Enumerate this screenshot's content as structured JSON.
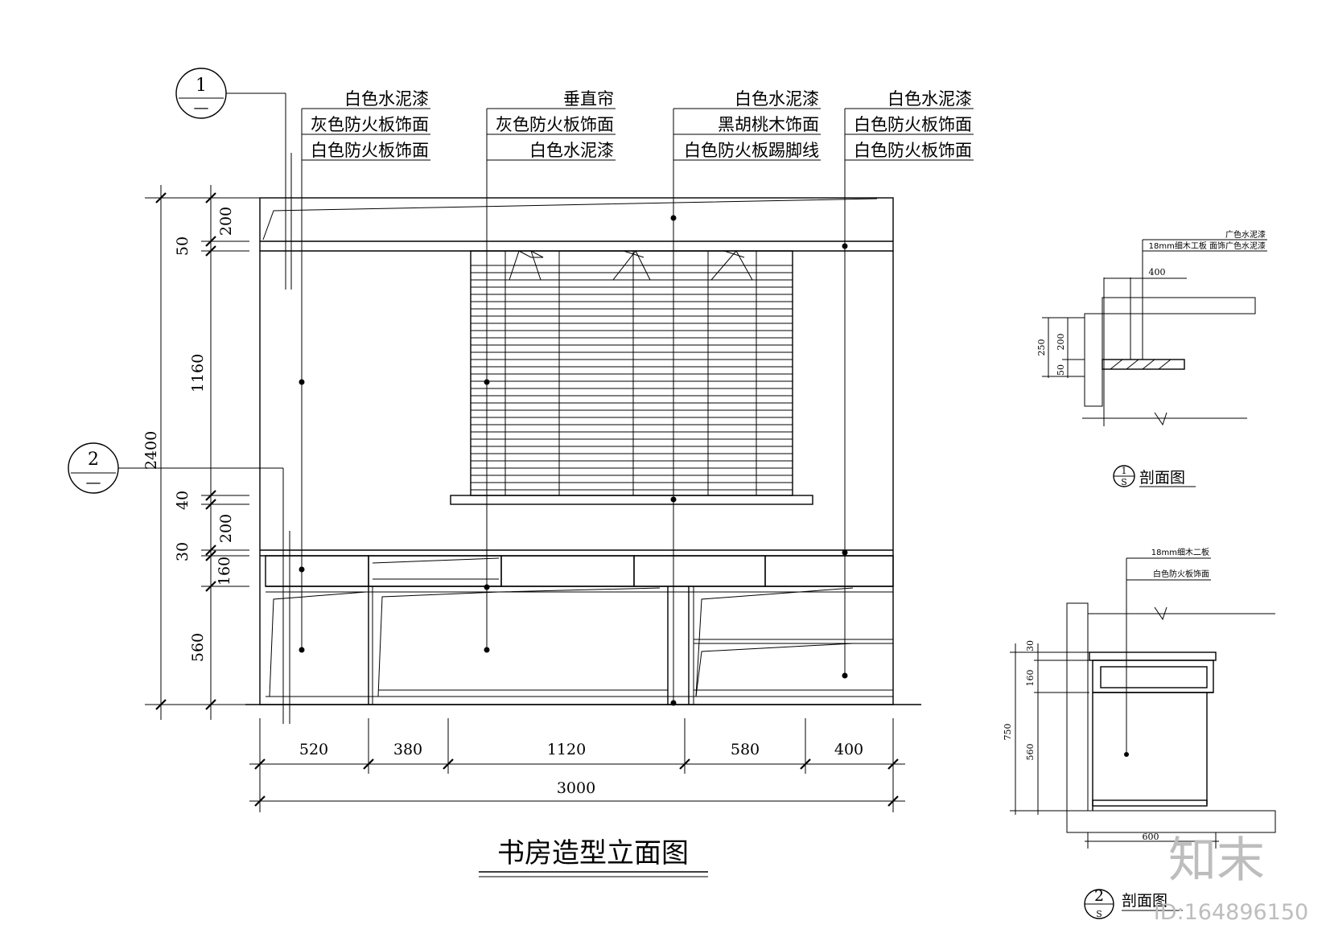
{
  "title": "书房造型立面图",
  "callouts": {
    "group1": [
      "白色水泥漆",
      "灰色防火板饰面",
      "白色防火板饰面"
    ],
    "group2": [
      "垂直帘",
      "灰色防火板饰面",
      "白色水泥漆"
    ],
    "group3": [
      "白色水泥漆",
      "黑胡桃木饰面",
      "白色防火板踢脚线"
    ],
    "group4": [
      "白色水泥漆",
      "白色防火板饰面",
      "白色防火板饰面"
    ]
  },
  "section_marks": {
    "mark1": {
      "num": "1",
      "sub": "—"
    },
    "mark2": {
      "num": "2",
      "sub": "—"
    }
  },
  "left_dims": {
    "outer": "2400",
    "d200": "200",
    "d50": "50",
    "d1160": "1160",
    "d40": "40",
    "d200b": "200",
    "d30": "30",
    "d160": "160",
    "d560": "560"
  },
  "bottom_dims": {
    "segments": [
      "520",
      "380",
      "1120",
      "580",
      "400"
    ],
    "total": "3000"
  },
  "section1": {
    "note1": "广色水泥漆",
    "note2": "18mm细木工板  面饰广色水泥漆",
    "dim_top": "400",
    "dim_250": "250",
    "dim_200": "200",
    "dim_50": "50",
    "label_num": "1",
    "label_sub": "S",
    "label_text": "剖面图"
  },
  "section2": {
    "note1": "18mm细木二板",
    "note2": "白色防火板饰面",
    "dim_30": "30",
    "dim_160": "160",
    "dim_750": "750",
    "dim_560": "560",
    "dim_600": "600",
    "label_num": "2",
    "label_sub": "S",
    "label_text": "剖面图"
  },
  "watermark": {
    "brand": "知末",
    "id": "ID:164896150"
  }
}
